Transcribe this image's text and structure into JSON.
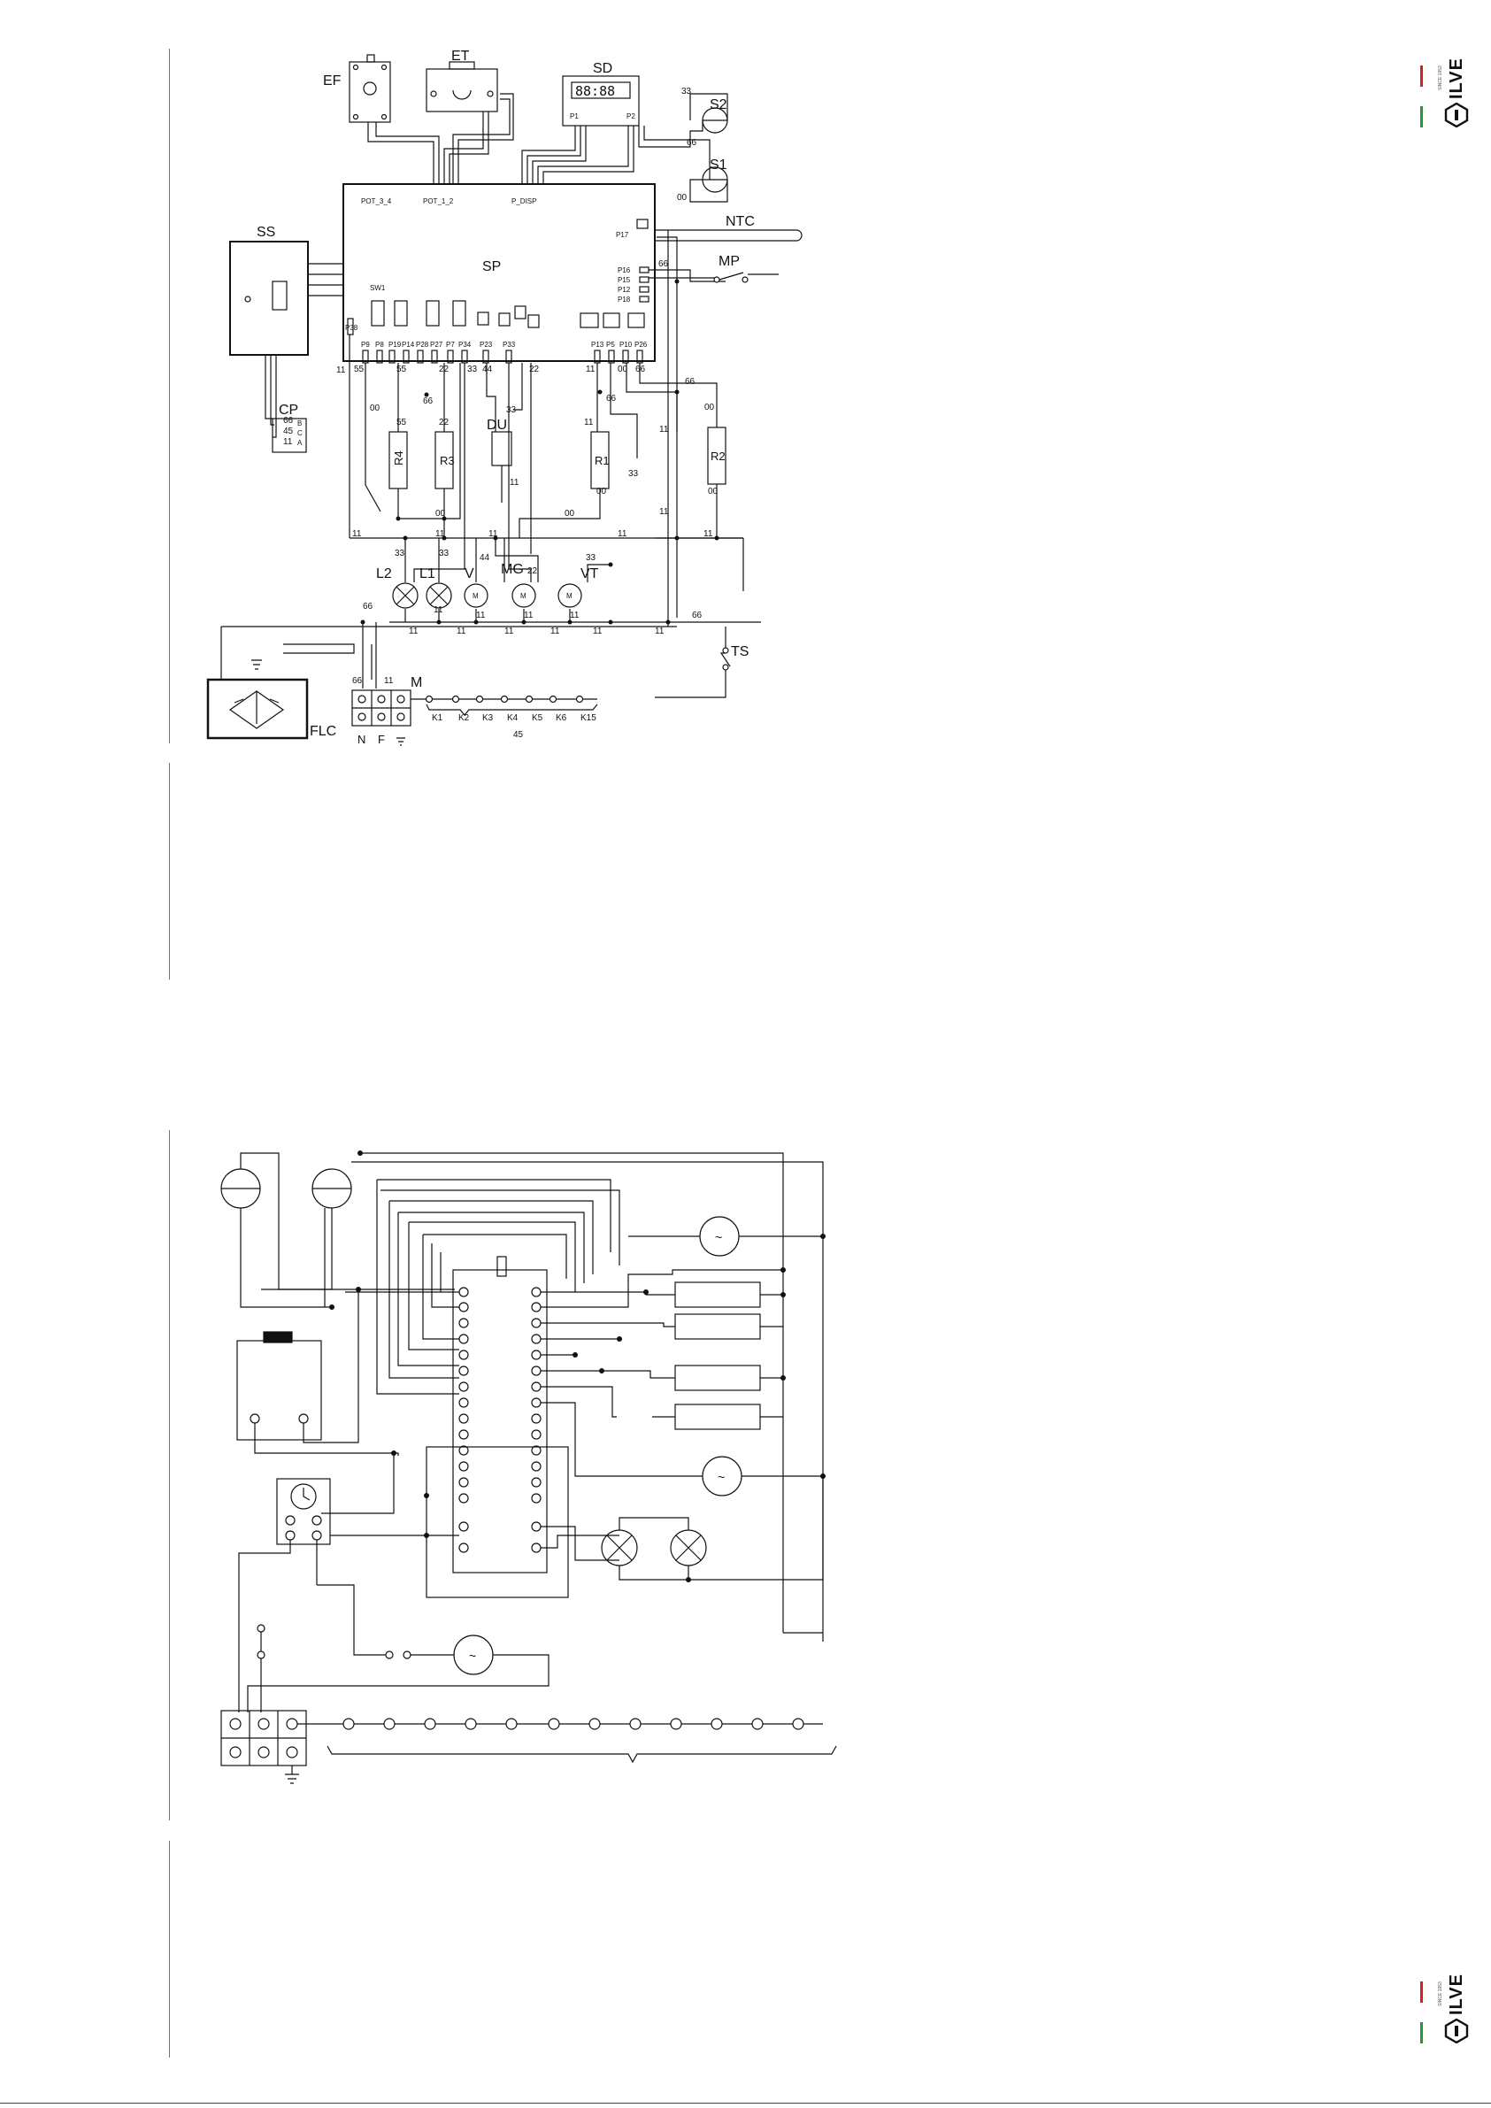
{
  "brand": {
    "name": "ILVE",
    "tagline": "SINCE 1953",
    "color_red": "#d11f26",
    "color_green": "#1e9a3a"
  },
  "top": {
    "components": {
      "EF": "EF",
      "ET": "ET",
      "SD": "SD",
      "display": "88:88",
      "S2": "S2",
      "S1": "S1",
      "NTC": "NTC",
      "MP": "MP",
      "SS": "SS",
      "SP": "SP",
      "CP": "CP",
      "DU": "DU",
      "L2": "L2",
      "L1": "L1",
      "V": "V",
      "MG": "MG",
      "VT": "VT",
      "TS": "TS",
      "FLC": "FLC",
      "M": "M",
      "R1": "R1",
      "R2": "R2",
      "R3": "R3",
      "R4": "R4"
    },
    "connectors": {
      "pot34": "POT_3_4",
      "pot12": "POT_1_2",
      "pdisp": "P_DISP",
      "p1": "P1",
      "p2": "P2",
      "p17": "P17",
      "p16": "P16",
      "p15": "P15",
      "p12": "P12",
      "p18": "P18",
      "sw1": "SW1",
      "p38": "P38"
    },
    "pins": [
      "P9",
      "P8",
      "P19",
      "P14",
      "P28",
      "P27",
      "P7",
      "P34",
      "P23",
      "P33",
      "P13",
      "P5",
      "P10",
      "P26"
    ],
    "cp_pins": [
      "B",
      "C",
      "A"
    ],
    "terminals": [
      "N",
      "F"
    ],
    "keys": [
      "K1",
      "K2",
      "K3",
      "K4",
      "K5",
      "K6",
      "K15"
    ],
    "key_bus_label": "45",
    "motor_symbol": "M",
    "wire_labels": {
      "w11": "11",
      "w00": "00",
      "w22": "22",
      "w33": "33",
      "w44": "44",
      "w45": "45",
      "w55": "55",
      "w66": "66"
    }
  },
  "bottom": {
    "ac_symbol": "~"
  }
}
